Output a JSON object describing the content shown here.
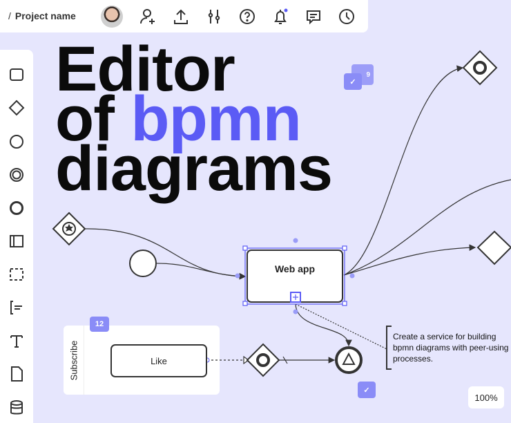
{
  "topbar": {
    "separator": "/",
    "project_name": "Project name",
    "icons": [
      "avatar",
      "add-user-icon",
      "upload-icon",
      "settings-sliders-icon",
      "help-icon",
      "bell-icon",
      "comment-icon",
      "clock-icon"
    ]
  },
  "sidebar": {
    "tools": [
      "task-tool-icon",
      "gateway-tool-icon",
      "start-event-tool-icon",
      "intermediate-event-tool-icon",
      "end-event-tool-icon",
      "pool-tool-icon",
      "group-tool-icon",
      "annotation-tool-icon",
      "text-tool-icon",
      "data-object-tool-icon",
      "data-store-tool-icon"
    ]
  },
  "hero": {
    "line1": "Editor",
    "line2a": "of ",
    "line2b": "bpmn",
    "line3": "diagrams"
  },
  "diagram": {
    "web_app": "Web app",
    "like": "Like",
    "lane": "Subscribe",
    "annotation": "Create a service for building bpmn diagrams with peer-using processes.",
    "comment_count": "12",
    "comment_count_2": "9"
  },
  "zoom_level": "100%",
  "colors": {
    "background": "#e6e6fd",
    "accent": "#5b5bf5",
    "badge": "#8a8cf7"
  }
}
